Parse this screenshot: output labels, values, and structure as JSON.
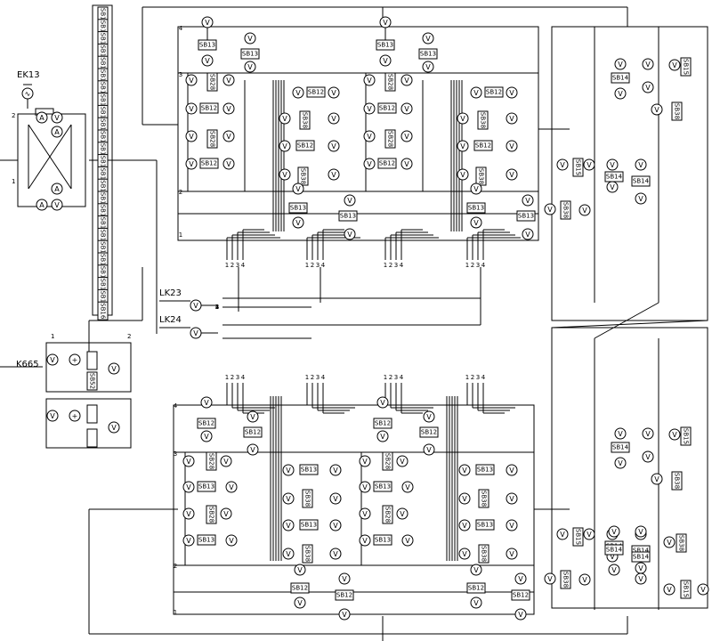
{
  "labels": {
    "ek": "EK13",
    "lk_a": "LK23",
    "lk_b": "LK24",
    "k": "K665"
  },
  "symbols": {
    "v": "V",
    "sine": "∿",
    "sb12": "SB12",
    "sb13": "SB13",
    "sb14": "SB14",
    "sb15": "SB15",
    "sb16": "SB16",
    "sb28": "SB28",
    "sb38": "SB38",
    "sb52": "SB52"
  },
  "port_numbers": [
    "1",
    "2",
    "3",
    "4"
  ],
  "pin_numbers": {
    "one": "1",
    "two": "2"
  },
  "icons": {
    "voltmeter": "circle-v-icon",
    "ammeter": "circle-a-icon",
    "source": "ac-source-icon",
    "adder": "circle-plus-icon"
  }
}
